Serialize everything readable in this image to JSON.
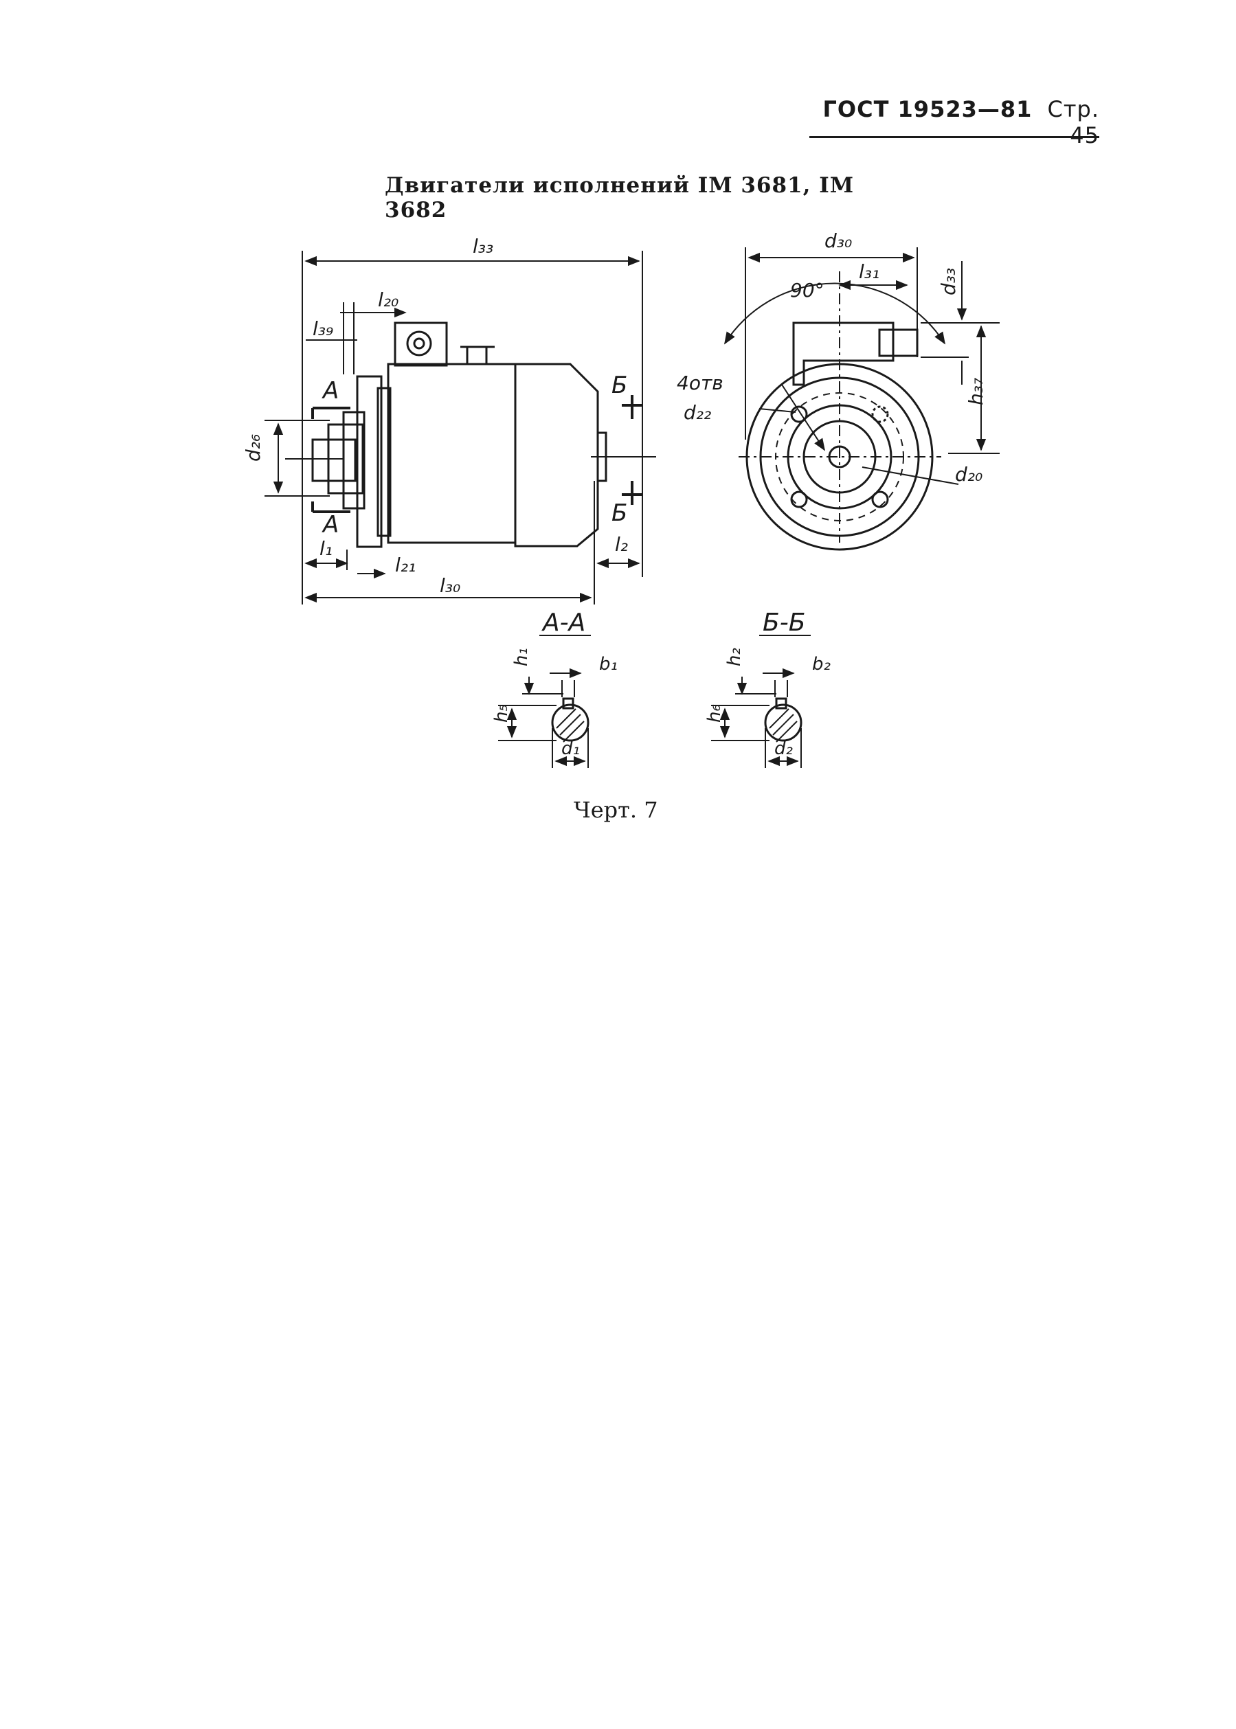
{
  "header": {
    "standard": "ГОСТ 19523—81",
    "page": "Стр. 45"
  },
  "title": "Двигатели исполнений IM 3681, IM 3682",
  "caption": "Черт. 7",
  "labels": {
    "l33": "l₃₃",
    "l20": "l₂₀",
    "l39": "l₃₉",
    "l1": "l₁",
    "l21": "l₂₁",
    "l30": "l₃₀",
    "l2": "l₂",
    "d26": "d₂₆",
    "A": "А",
    "B": "Б",
    "d30": "d₃₀",
    "l31": "l₃₁",
    "deg90": "90°",
    "d33": "d₃₃",
    "h37": "h₃₇",
    "holes": "4отв",
    "d22": "d₂₂",
    "d20": "d₂₀",
    "sectionAA": "А-А",
    "sectionBB": "Б-Б",
    "h1": "h₁",
    "b1": "b₁",
    "h5": "h₅",
    "d1": "d₁",
    "h2": "h₂",
    "b2": "b₂",
    "h6": "h₆",
    "d2": "d₂"
  },
  "colors": {
    "ink": "#1a1a1a",
    "paper": "#ffffff"
  }
}
